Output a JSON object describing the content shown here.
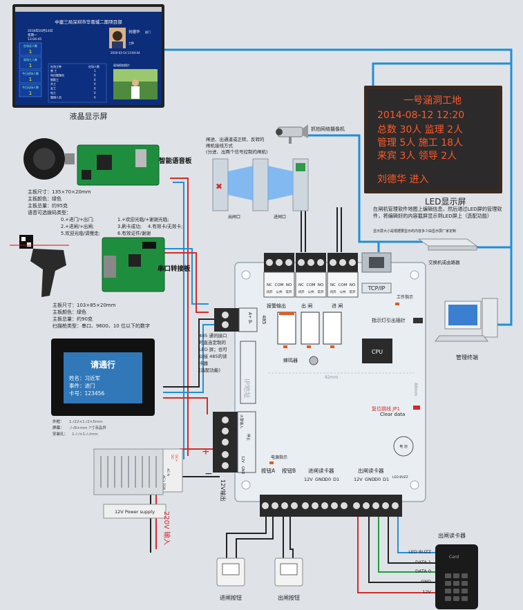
{
  "colors": {
    "background": "#dfe3e8",
    "wire_blue": "#1f8fd6",
    "wire_red": "#d62828",
    "wire_green": "#1e9e3a",
    "wire_black": "#222222",
    "led_text": "#ff5a2a",
    "board": "#e9eef3",
    "board_border": "#9aa6b2"
  },
  "lcd": {
    "caption": "液晶显示屏",
    "window_title": "中建三局深圳市华南城二期项目部",
    "date_line": "2016年03月14日",
    "weekday": "星期一",
    "clock": "13:04:45",
    "left_stats": [
      {
        "label": "在场总人数",
        "value": "1"
      },
      {
        "label": "现场工人数",
        "value": "1"
      },
      {
        "label": "今日进场人数",
        "value": "1"
      },
      {
        "label": "今日出场人数",
        "value": "1"
      }
    ],
    "person_name": "刘德华",
    "person_dept": "部门",
    "person_type": "工种",
    "person_time": "2016-03-14 13:04:44",
    "table_header": [
      "在场工种",
      "在场人数"
    ],
    "table_rows": [
      [
        "普 工",
        "1"
      ],
      [
        "项目管理员",
        "0"
      ],
      [
        "钢筋工",
        "0"
      ],
      [
        "木工",
        "0"
      ],
      [
        "瓦工",
        "0"
      ],
      [
        "电工",
        "0"
      ],
      [
        "管理人员",
        "0"
      ]
    ],
    "photo2_caption": "现场抓拍照片"
  },
  "led": {
    "lines": [
      "一号涵洞工地",
      "2014-08-12  12:20",
      "总数 30人 监理 2人",
      "管理 5人  施工 18人",
      "来宾 3人  领导 2人",
      "刘德华   进入"
    ],
    "caption": "LED显示屏",
    "note": "在闸机管理软件地图上编辑信息，然后通过LED屏的管理软件，将编辑好的内容截屏显示到LED屏上（选配功能）",
    "note_small": "显示屏大小是根据要显示的内容多少由显示屏厂家定制"
  },
  "camera": {
    "caption": "抓拍网络摄像机"
  },
  "turnstile": {
    "desc_lines": [
      "闸进、出通道或正转、反转的",
      "闸机接线方式",
      "(分进、出两个信号控制的闸机)"
    ],
    "exit_label": "出闸口",
    "entry_label": "进闸口"
  },
  "switch": {
    "caption": "交换机或由路器"
  },
  "pc": {
    "caption": "管理终端"
  },
  "voice_board": {
    "title": "智能语音板",
    "specs": [
      "主板尺寸：135×70×20mm",
      "主板颜色：绿色",
      "主板总量：约95克",
      "语音可选拨码类型："
    ],
    "options": [
      "0.+进门/+出门;",
      "1.+欢迎光临/+谢谢光临;",
      "2.+进闸/+出闸;",
      "3.刷卡成功;",
      "4.有效卡/无效卡;",
      "5.欢迎光临/请慢走;",
      "6.有效证件/谢谢"
    ]
  },
  "serial_board": {
    "title": "串口转接板",
    "specs": [
      "主板尺寸：103×85×20mm",
      "主板颜色：绿色",
      "主板总量：约90克",
      "扫描枪类型：串口、9600、10 位以下的数字"
    ]
  },
  "display_panel": {
    "title": "请通行",
    "name_line": "姓名：习近军",
    "event_line": "事件：进门",
    "card_line": "卡号：123456",
    "specs": [
      "外框：",
      "屏幕：",
      "安装孔："
    ],
    "specs_values": [
      "1-/22×1-/2×5mm",
      "-/-/8×mm  7寸液晶屏",
      "1-/-/×1-/-/mm"
    ]
  },
  "power": {
    "label": "12V Power supply",
    "input_label": "220V 输入",
    "terminals": [
      "DC-",
      "DC+",
      "AC-N",
      "AC-L FGN"
    ]
  },
  "board": {
    "relay_labels": [
      "报警输出",
      "出 闸",
      "进 闸"
    ],
    "relay_pins": [
      "NC",
      "COM",
      "NO"
    ],
    "relay_sub": [
      "闭开",
      "公共",
      "常开"
    ],
    "tcpip": "TCP/IP",
    "work_light": "工作指示",
    "indicator_plug": "指示灯引出插针",
    "cpu": "CPU",
    "buzzer": "蜂鸣器",
    "rs485": "485",
    "ab": "A+  B-",
    "rs485_note": [
      "485 通讯接口",
      "可直连定制的",
      "LED 屏；也可",
      "以接 485的读",
      "卡器",
      "(选配功能)"
    ],
    "ip_addr": "IP地址",
    "dim_h": "82mm",
    "dim_v": "88mm",
    "reset_label": "复位跳线 JP1",
    "clear_data": "Clear data",
    "battery": "电 池",
    "fire_input": "火警输入",
    "stop_label": "停止",
    "gnd_12v": "12V",
    "gnd_label": "GND",
    "power_indicator": "电源指示",
    "out_12v": "12V输出",
    "button_header": [
      "按钮A",
      "按钮B"
    ],
    "entry_reader": "进闸读卡器",
    "exit_reader": "出闸读卡器",
    "reader_pins": [
      "12V",
      "GND",
      "D0",
      "D1",
      "LED BUZZ"
    ]
  },
  "buttons": {
    "entry": "进闸按钮",
    "exit": "出闸按钮"
  },
  "card_reader": {
    "title": "出闸读卡器",
    "card_text": "Card",
    "wires": [
      "LED BUZZ",
      "DATA 1",
      "DATA 0",
      "GND",
      "12V"
    ]
  }
}
